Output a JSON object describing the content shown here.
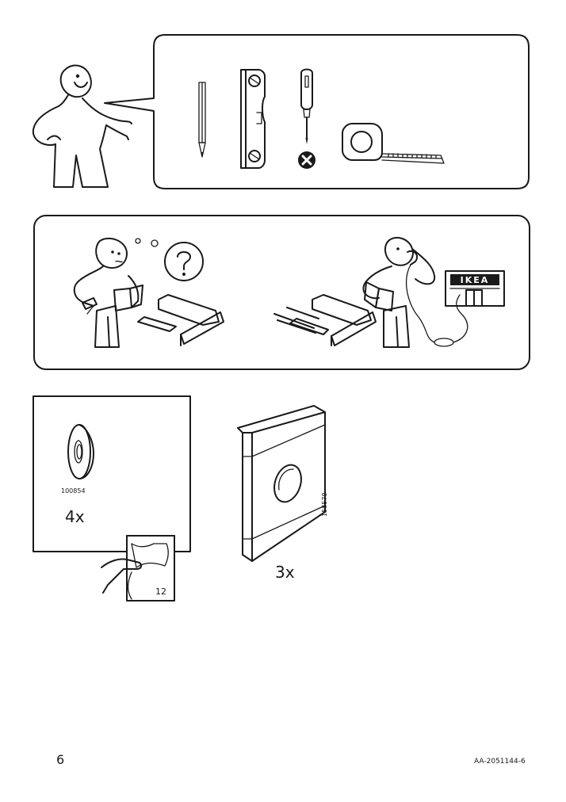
{
  "parts": {
    "washer": {
      "article_number": "100854",
      "quantity": "4x"
    },
    "plate": {
      "article_number": "158579",
      "quantity": "3x"
    }
  },
  "page_reference": "12",
  "tools": [
    "pencil-icon",
    "spirit-level-icon",
    "screwdriver-icon",
    "not-allowed-icon",
    "tape-measure-icon"
  ],
  "store_sign": "IKEA",
  "footer": {
    "page_number": "6",
    "document_code": "AA-2051144-6"
  }
}
